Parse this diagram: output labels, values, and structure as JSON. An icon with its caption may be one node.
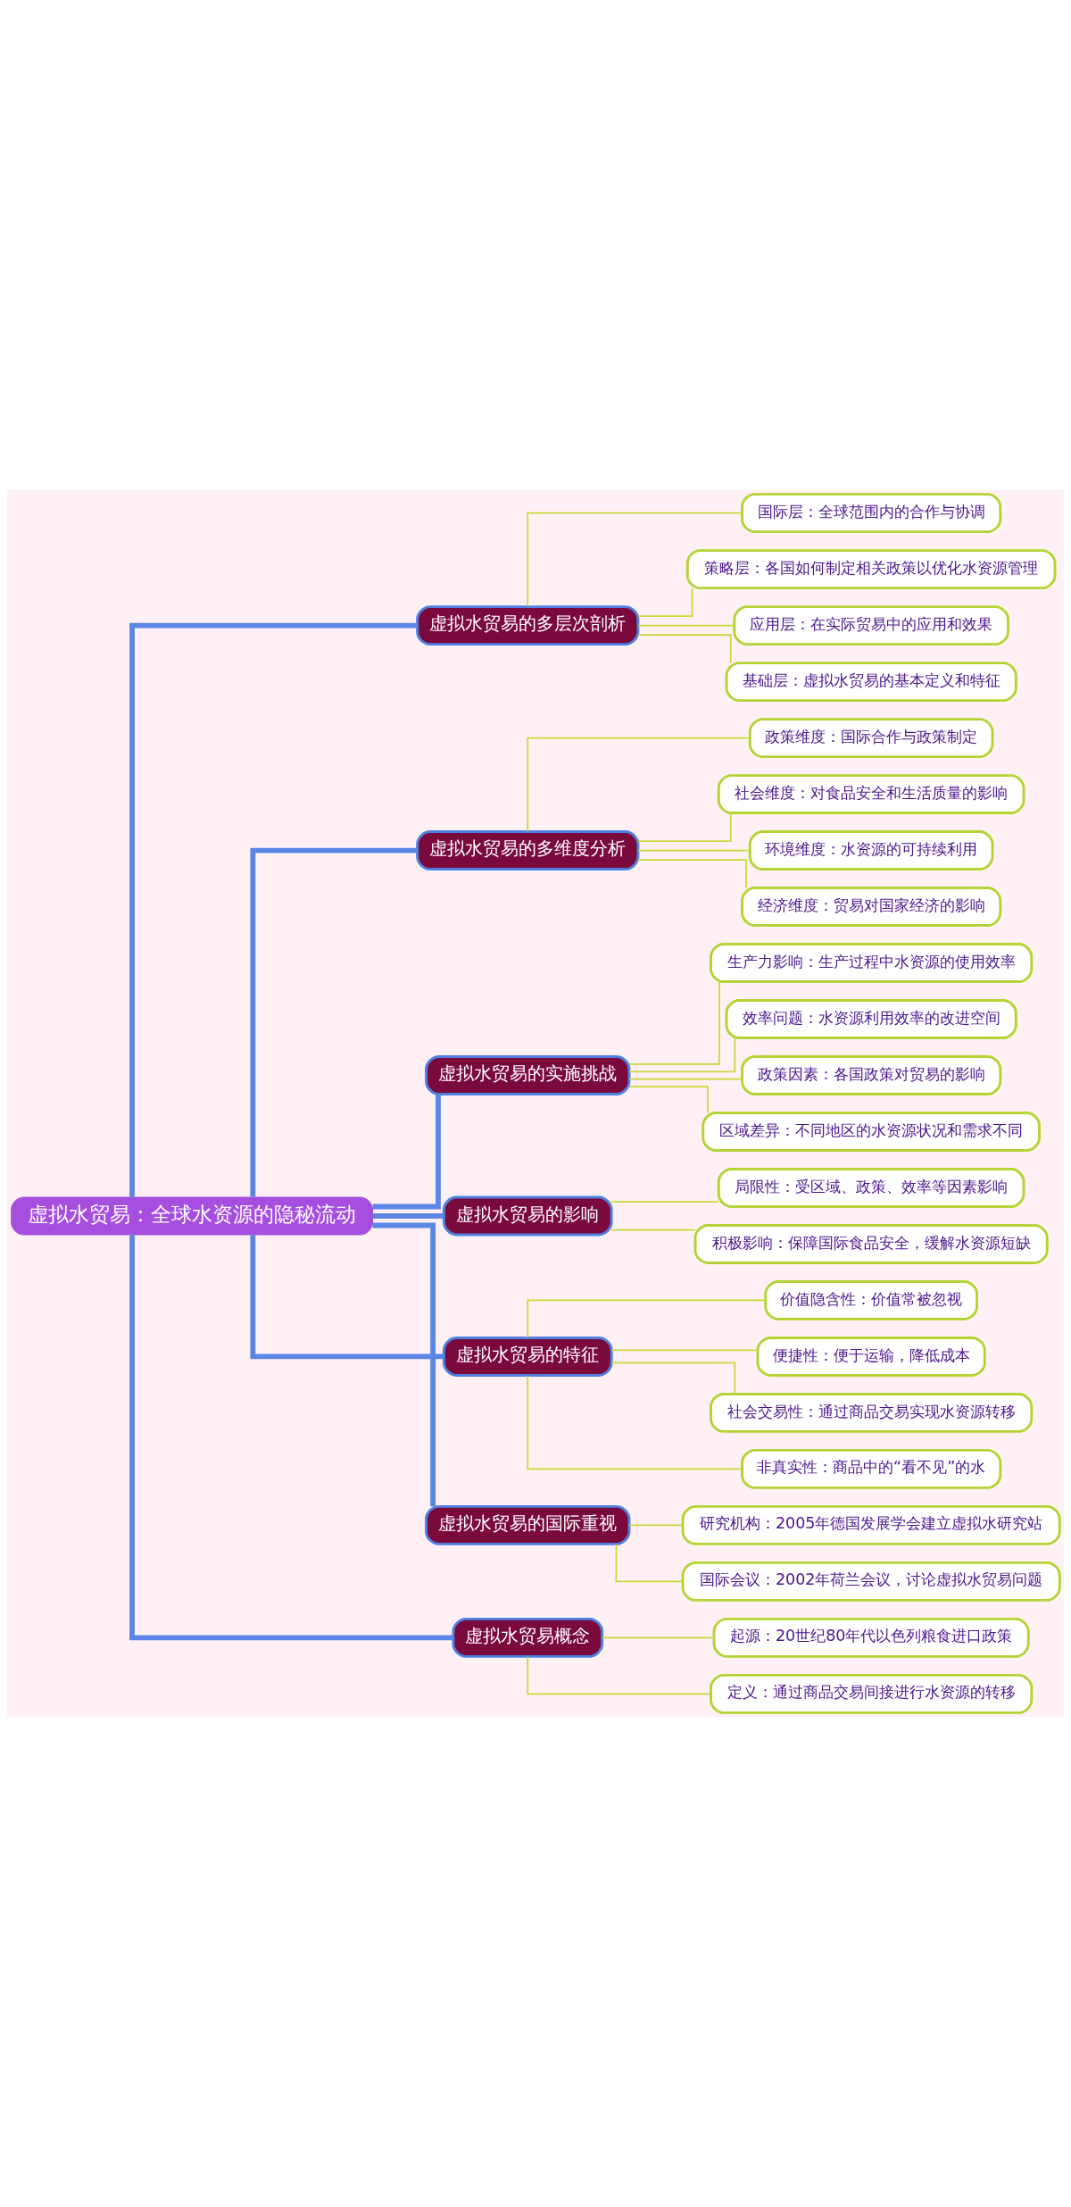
{
  "diagram": {
    "nodes": [
      {
        "text": [
          "虚拟水贸易：全球水资源的隐秘流动"
        ]
      },
      {
        "text": [
          "虚拟水贸易的多层次剖析"
        ]
      },
      {
        "text": [
          "国际层：全球范围内的合作与协调"
        ]
      },
      {
        "text": [
          "策略层：各国如何制定相关政策以优化水资源管理"
        ]
      },
      {
        "text": [
          "应用层：在实际贸易中的应用和效果"
        ]
      },
      {
        "text": [
          "基础层：虚拟水贸易的基本定义和特征"
        ]
      },
      {
        "text": [
          "虚拟水贸易的多维度分析"
        ]
      },
      {
        "text": [
          "政策维度：国际合作与政策制定"
        ]
      },
      {
        "text": [
          "社会维度：对食品安全和生活质量的影响"
        ]
      },
      {
        "text": [
          "环境维度：水资源的可持续利用"
        ]
      },
      {
        "text": [
          "经济维度：贸易对国家经济的影响"
        ]
      },
      {
        "text": [
          "虚拟水贸易的实施挑战"
        ]
      },
      {
        "text": [
          "生产力影响：生产过程中水资源的使用效率"
        ]
      },
      {
        "text": [
          "效率问题：水资源利用效率的改进空间"
        ]
      },
      {
        "text": [
          "政策因素：各国政策对贸易的影响"
        ]
      },
      {
        "text": [
          "区域差异：不同地区的水资源状况和需求不同"
        ]
      },
      {
        "text": [
          "虚拟水贸易的影响"
        ]
      },
      {
        "text": [
          "局限性：受区域、政策、效率等因素影响"
        ]
      },
      {
        "text": [
          "积极影响：保障国际食品安全，缓解水资源短缺"
        ]
      },
      {
        "text": [
          "虚拟水贸易的特征"
        ]
      },
      {
        "text": [
          "价值隐含性：价值常被忽视"
        ]
      },
      {
        "text": [
          "便捷性：便于运输，降低成本"
        ]
      },
      {
        "text": [
          "社会交易性：通过商品交易实现水资源转移"
        ]
      },
      {
        "text": [
          "非真实性：商品中的“看不见”的水"
        ]
      },
      {
        "text": [
          "虚拟水贸易的国际重视"
        ]
      },
      {
        "text": [
          "研究机构：2005年德国发展学会建立虚拟水研究站"
        ]
      },
      {
        "text": [
          "国际会议：2002年荷兰会议，讨论虚拟水贸易问题"
        ]
      },
      {
        "text": [
          "虚拟水贸易概念"
        ]
      },
      {
        "text": [
          "起源：20世纪80年代以色列粮食进口政策"
        ]
      },
      {
        "text": [
          "定义：通过商品交易间接进行水资源的转移"
        ]
      }
    ],
    "edges": [
      {
        "from": 0,
        "to": 1,
        "arrow": "none",
        "style": "thick",
        "color": "#5b86e5"
      },
      {
        "from": 1,
        "to": 2,
        "arrow": "none"
      },
      {
        "from": 1,
        "to": 3,
        "arrow": "none"
      },
      {
        "from": 1,
        "to": 4,
        "arrow": "none"
      },
      {
        "from": 1,
        "to": 5,
        "arrow": "none"
      },
      {
        "from": 0,
        "to": 6,
        "arrow": "none",
        "style": "thick",
        "color": "#5b86e5"
      },
      {
        "from": 6,
        "to": 7,
        "arrow": "none"
      },
      {
        "from": 6,
        "to": 8,
        "arrow": "none"
      },
      {
        "from": 6,
        "to": 9,
        "arrow": "none"
      },
      {
        "from": 6,
        "to": 10,
        "arrow": "none"
      },
      {
        "from": 0,
        "to": 11,
        "arrow": "none",
        "style": "thick",
        "color": "#5b86e5"
      },
      {
        "from": 11,
        "to": 12,
        "arrow": "none"
      },
      {
        "from": 11,
        "to": 13,
        "arrow": "none"
      },
      {
        "from": 11,
        "to": 14,
        "arrow": "none"
      },
      {
        "from": 11,
        "to": 15,
        "arrow": "none"
      },
      {
        "from": 0,
        "to": 16,
        "arrow": "none",
        "style": "thick",
        "color": "#5b86e5"
      },
      {
        "from": 16,
        "to": 17,
        "arrow": "none"
      },
      {
        "from": 16,
        "to": 18,
        "arrow": "none"
      },
      {
        "from": 0,
        "to": 19,
        "arrow": "none",
        "style": "thick",
        "color": "#5b86e5"
      },
      {
        "from": 19,
        "to": 20,
        "arrow": "none"
      },
      {
        "from": 19,
        "to": 21,
        "arrow": "none"
      },
      {
        "from": 19,
        "to": 22,
        "arrow": "none"
      },
      {
        "from": 19,
        "to": 23,
        "arrow": "none"
      },
      {
        "from": 0,
        "to": 24,
        "arrow": "none",
        "style": "thick",
        "color": "#5b86e5"
      },
      {
        "from": 24,
        "to": 25,
        "arrow": "none"
      },
      {
        "from": 24,
        "to": 26,
        "arrow": "none"
      },
      {
        "from": 0,
        "to": 27,
        "arrow": "none",
        "style": "thick",
        "color": "#5b86e5"
      },
      {
        "from": 27,
        "to": 28,
        "arrow": "none"
      },
      {
        "from": 27,
        "to": 29,
        "arrow": "none"
      }
    ]
  }
}
